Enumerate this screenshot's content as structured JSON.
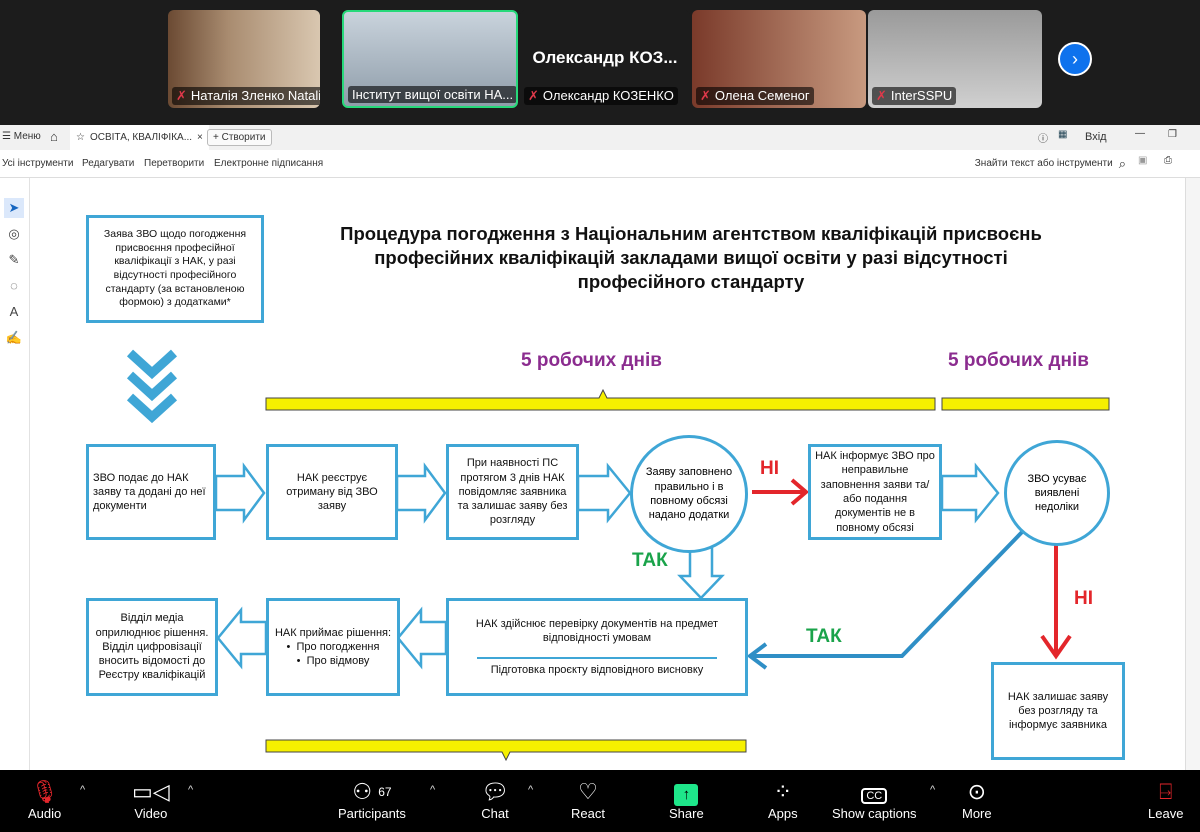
{
  "video_strip": {
    "tiles": [
      {
        "name": "Наталія Зленко Natalii..."
      },
      {
        "name": "Інститут вищої освіти НА..."
      },
      {
        "name": "Олександр КОЗЕНКО",
        "display_name": "Олександр  КОЗ..."
      },
      {
        "name": "Олена Семеног"
      },
      {
        "name": "InterSSPU"
      }
    ],
    "next_icon": "chevron-right-icon"
  },
  "tabbar": {
    "menu": "Меню",
    "tab_title": "ОСВІТА, КВАЛІФІКА...",
    "close": "×",
    "create": "+ Створити",
    "signin": "Вхід"
  },
  "toolbar": {
    "items": [
      "Усі інструменти",
      "Редагувати",
      "Перетворити",
      "Електронне підписання"
    ],
    "search": "Знайти текст або інструменти"
  },
  "diagram": {
    "title": "Процедура погодження з Національним агентством кваліфікацій присвоєнь професійних кваліфікацій закладами вищої освіти у разі відсутності професійного стандарту",
    "application_box": "Заява ЗВО щодо погодження присвоєння професійної кваліфікації з НАК, у разі відсутності професійного стандарту (за встановленою формою) з додатками*",
    "days1": "5 робочих днів",
    "days2": "5 робочих днів",
    "step1": "ЗВО подає до НАК заяву та додані до неї документи",
    "step2": "НАК реєструє отриману від ЗВО заяву",
    "step3": "При наявності ПС протягом 3 днів НАК повідомляє заявника та залишає заяву без розгляду",
    "decision": "Заяву заповнено правильно і в повному обсязі надано додатки",
    "no1": "НІ",
    "inform": "НАК інформує ЗВО про неправильне заповнення заяви та/або подання документів не в повному обсязі",
    "fix": "ЗВО усуває виявлені недоліки",
    "yes1": "ТАК",
    "yes2": "ТАК",
    "no2": "НІ",
    "check_top": "НАК здійснює перевірку документів на предмет відповідності умовам",
    "check_bottom": "Підготовка проєкту відповідного висновку",
    "decide_title": "НАК приймає рішення:",
    "decide_items": [
      "Про погодження",
      "Про відмову"
    ],
    "publish": "Відділ медіа оприлюднює рішення. Відділ цифровізації вносить відомості до Реєстру кваліфікацій",
    "reject": "НАК залишає заяву без розгляду та інформує заявника"
  },
  "bottom_bar": {
    "audio": "Audio",
    "video": "Video",
    "participants": "Participants",
    "participants_count": "67",
    "chat": "Chat",
    "react": "React",
    "share": "Share",
    "apps": "Apps",
    "captions": "Show captions",
    "more": "More",
    "leave": "Leave"
  },
  "colors": {
    "box": "#3fa6d6",
    "purple": "#8b2c8f",
    "yellow": "#f6f000",
    "green": "#1aa34a",
    "red": "#e3262b",
    "share": "#1ee68a"
  }
}
